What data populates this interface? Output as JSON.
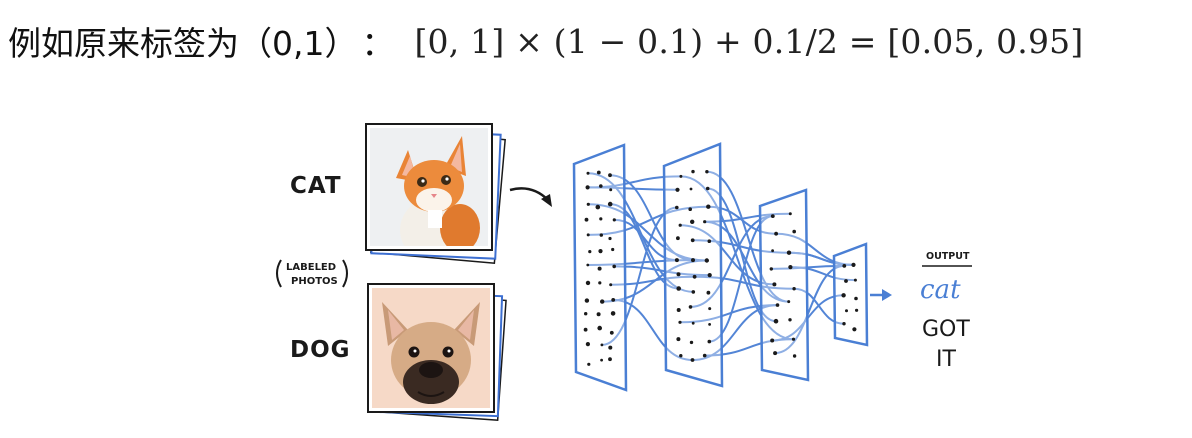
{
  "heading": {
    "prefix": "例如原来标签为（0,1）",
    "colon": "：",
    "formula": "[0, 1] × (1 − 0.1) + 0.1/2 = [0.05, 0.95]"
  },
  "diagram": {
    "labels": {
      "cat": "CAT",
      "dog": "DOG",
      "labeled_line1": "LABELED",
      "labeled_line2": "PHOTOS",
      "output_header": "OUTPUT",
      "output_value": "cat",
      "got_line1": "GOT",
      "got_line2": "IT"
    },
    "colors": {
      "network": "#4a7fd4",
      "stack_accent": "#3d6fd1",
      "ink": "#1a1a1a"
    },
    "icons": {
      "cat_photo": "cat-photo-illustration",
      "dog_photo": "dog-photo-illustration",
      "input_arrow": "curved-arrow",
      "output_arrow": "right-arrow"
    }
  }
}
